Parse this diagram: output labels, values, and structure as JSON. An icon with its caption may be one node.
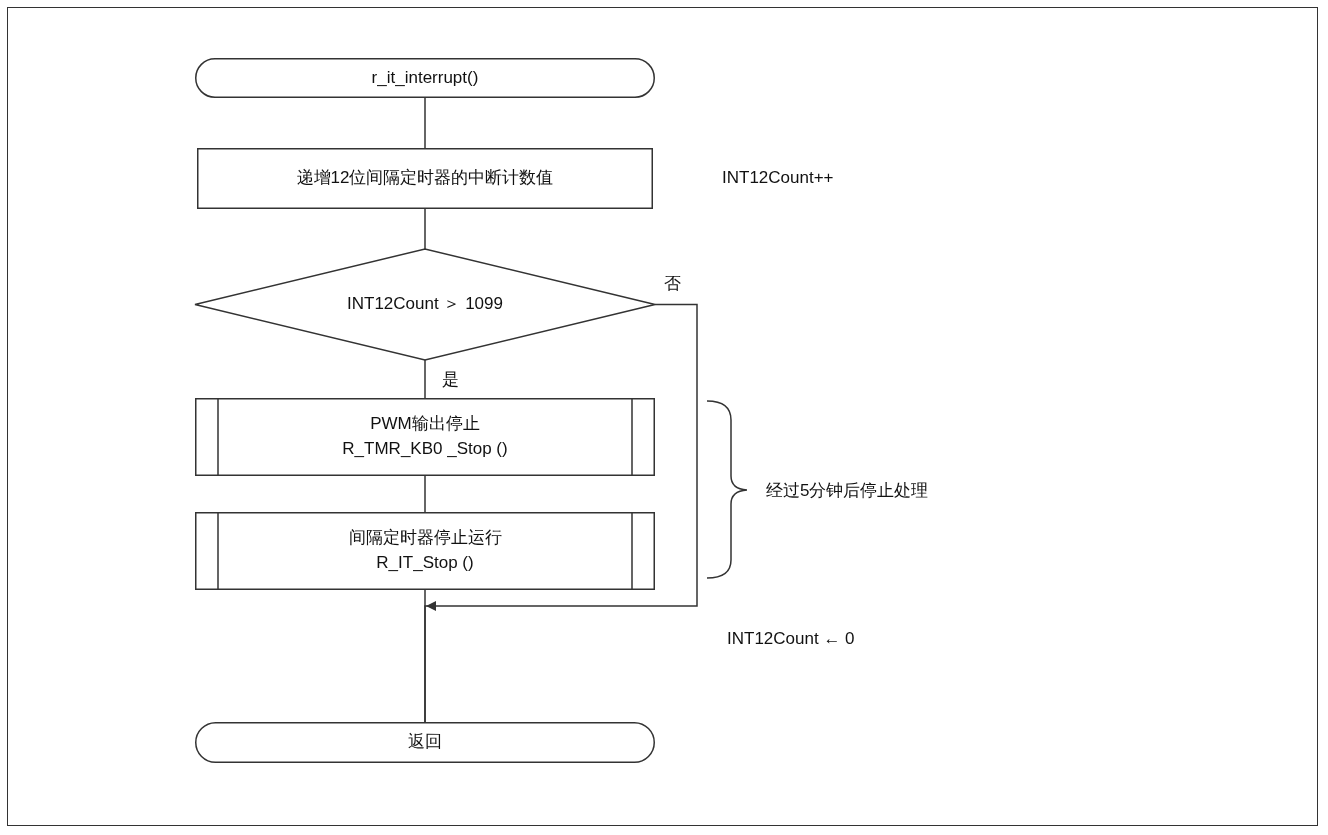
{
  "diagram": {
    "nodes": [
      {
        "text": [
          "r_it_interrupt()"
        ]
      },
      {
        "text": [
          "递增12位间隔定时器的中断计数值"
        ]
      },
      {
        "text": [
          "INT12Count ＞ 1099"
        ]
      },
      {
        "text": [
          "PWM输出停止 R_TMR_KB0 _Stop ()"
        ]
      },
      {
        "text": [
          "间隔定时器停止运行 R_IT_Stop ()"
        ]
      },
      {
        "text": [
          "返回"
        ]
      }
    ],
    "edges": [
      {
        "from": 0,
        "to": 1,
        "arrow": "none"
      },
      {
        "from": 1,
        "to": 2,
        "arrow": "none"
      },
      {
        "from": 2,
        "to": 3,
        "label": "是",
        "arrow": "none"
      },
      {
        "from": 3,
        "to": 4,
        "arrow": "none"
      },
      {
        "from": 4,
        "to": 5,
        "arrow": "none"
      },
      {
        "from": 2,
        "to": 5,
        "label": "否",
        "arrow": "to"
      }
    ],
    "labels": [
      "INT12Count++",
      "经过5分钟后停止处理",
      "INT12Count ← 0"
    ]
  }
}
